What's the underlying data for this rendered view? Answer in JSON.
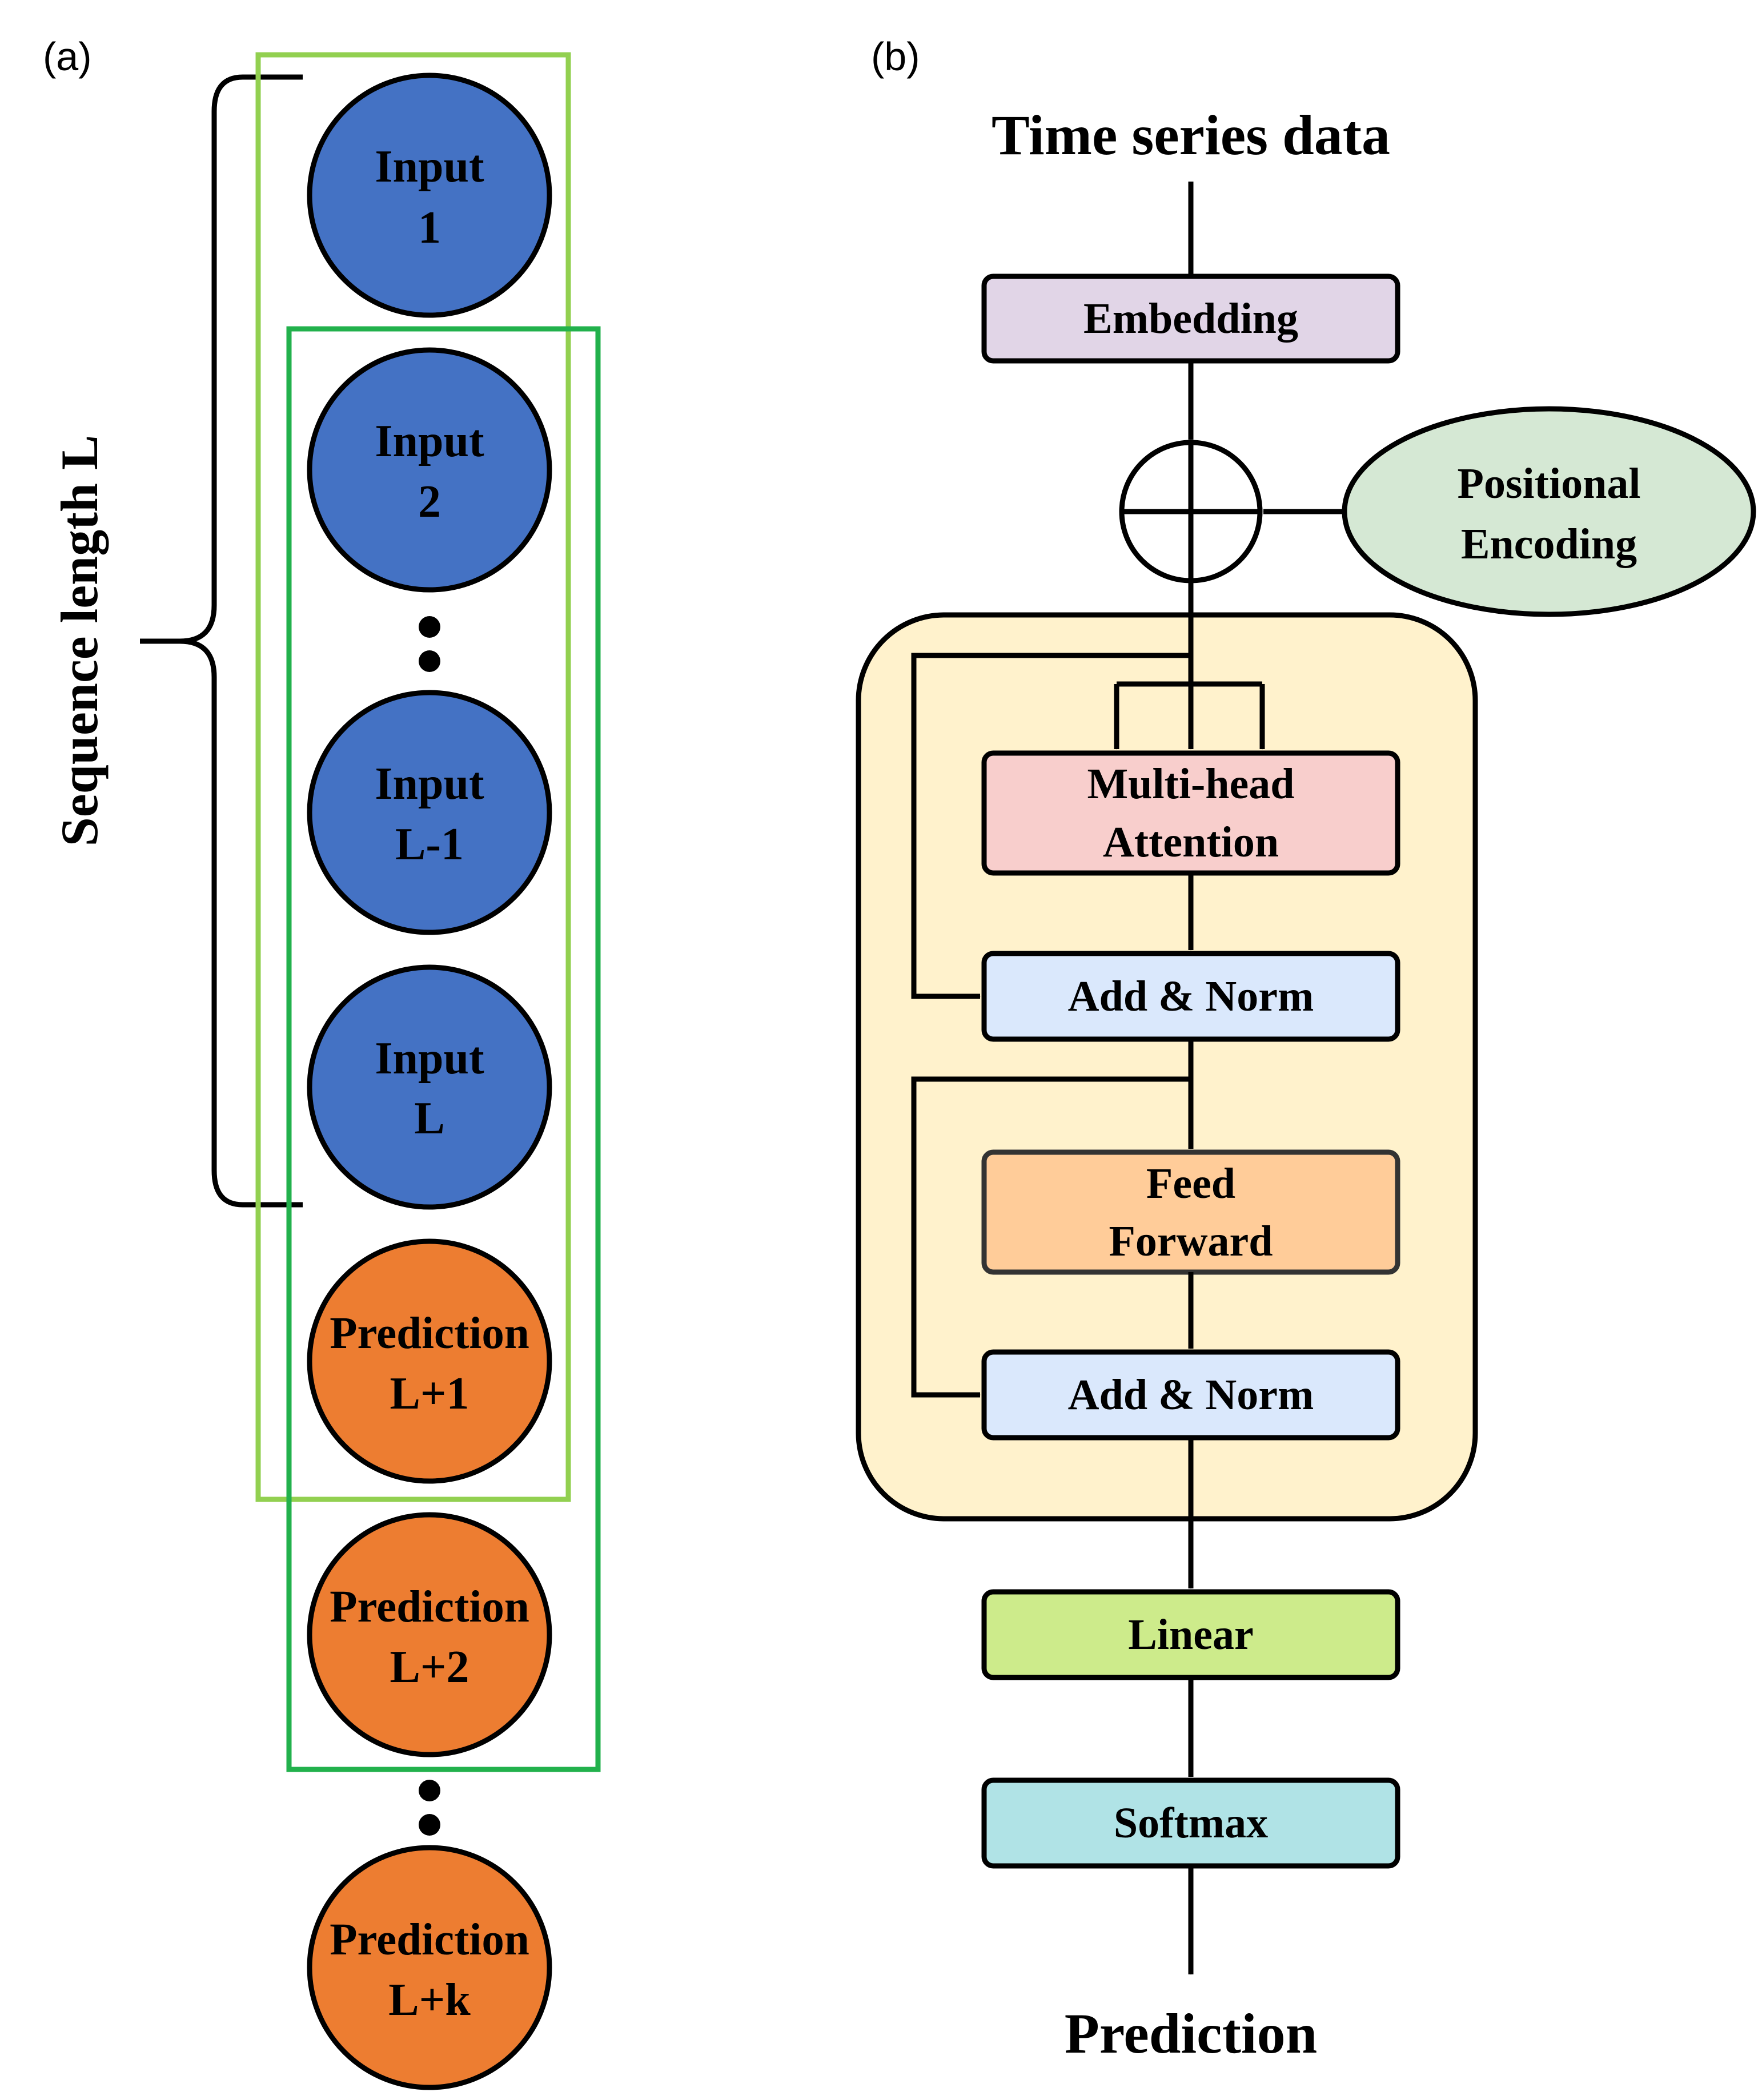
{
  "panel_a": {
    "label": "(a)",
    "sequence_label": "Sequence length L",
    "nodes": [
      {
        "line1": "Input",
        "line2": "1",
        "kind": "input"
      },
      {
        "line1": "Input",
        "line2": "2",
        "kind": "input"
      },
      {
        "line1": "Input",
        "line2": "L-1",
        "kind": "input"
      },
      {
        "line1": "Input",
        "line2": "L",
        "kind": "input"
      },
      {
        "line1": "Prediction",
        "line2": "L+1",
        "kind": "prediction"
      },
      {
        "line1": "Prediction",
        "line2": "L+2",
        "kind": "prediction"
      },
      {
        "line1": "Prediction",
        "line2": "L+k",
        "kind": "prediction"
      }
    ],
    "colors": {
      "input_fill": "#4472c4",
      "prediction_fill": "#ed7d31",
      "window1_stroke": "#92d050",
      "window2_stroke": "#22b14c"
    }
  },
  "panel_b": {
    "label": "(b)",
    "input_title": "Time series data",
    "output_title": "Prediction",
    "embedding": "Embedding",
    "positional_encoding": {
      "line1": "Positional",
      "line2": "Encoding"
    },
    "attention": {
      "line1": "Multi-head",
      "line2": "Attention"
    },
    "add_norm_1": "Add & Norm",
    "feed_forward": {
      "line1": "Feed",
      "line2": "Forward"
    },
    "add_norm_2": "Add & Norm",
    "linear": "Linear",
    "softmax": "Softmax",
    "colors": {
      "embedding": "#e1d5e7",
      "positional_encoding": "#d5e8d4",
      "encoder_block": "#fff2cc",
      "attention": "#f8cecc",
      "add_norm": "#dae8fc",
      "feed_forward": "#ffcc99",
      "linear": "#cdeb8b",
      "softmax": "#b0e3e6"
    }
  }
}
